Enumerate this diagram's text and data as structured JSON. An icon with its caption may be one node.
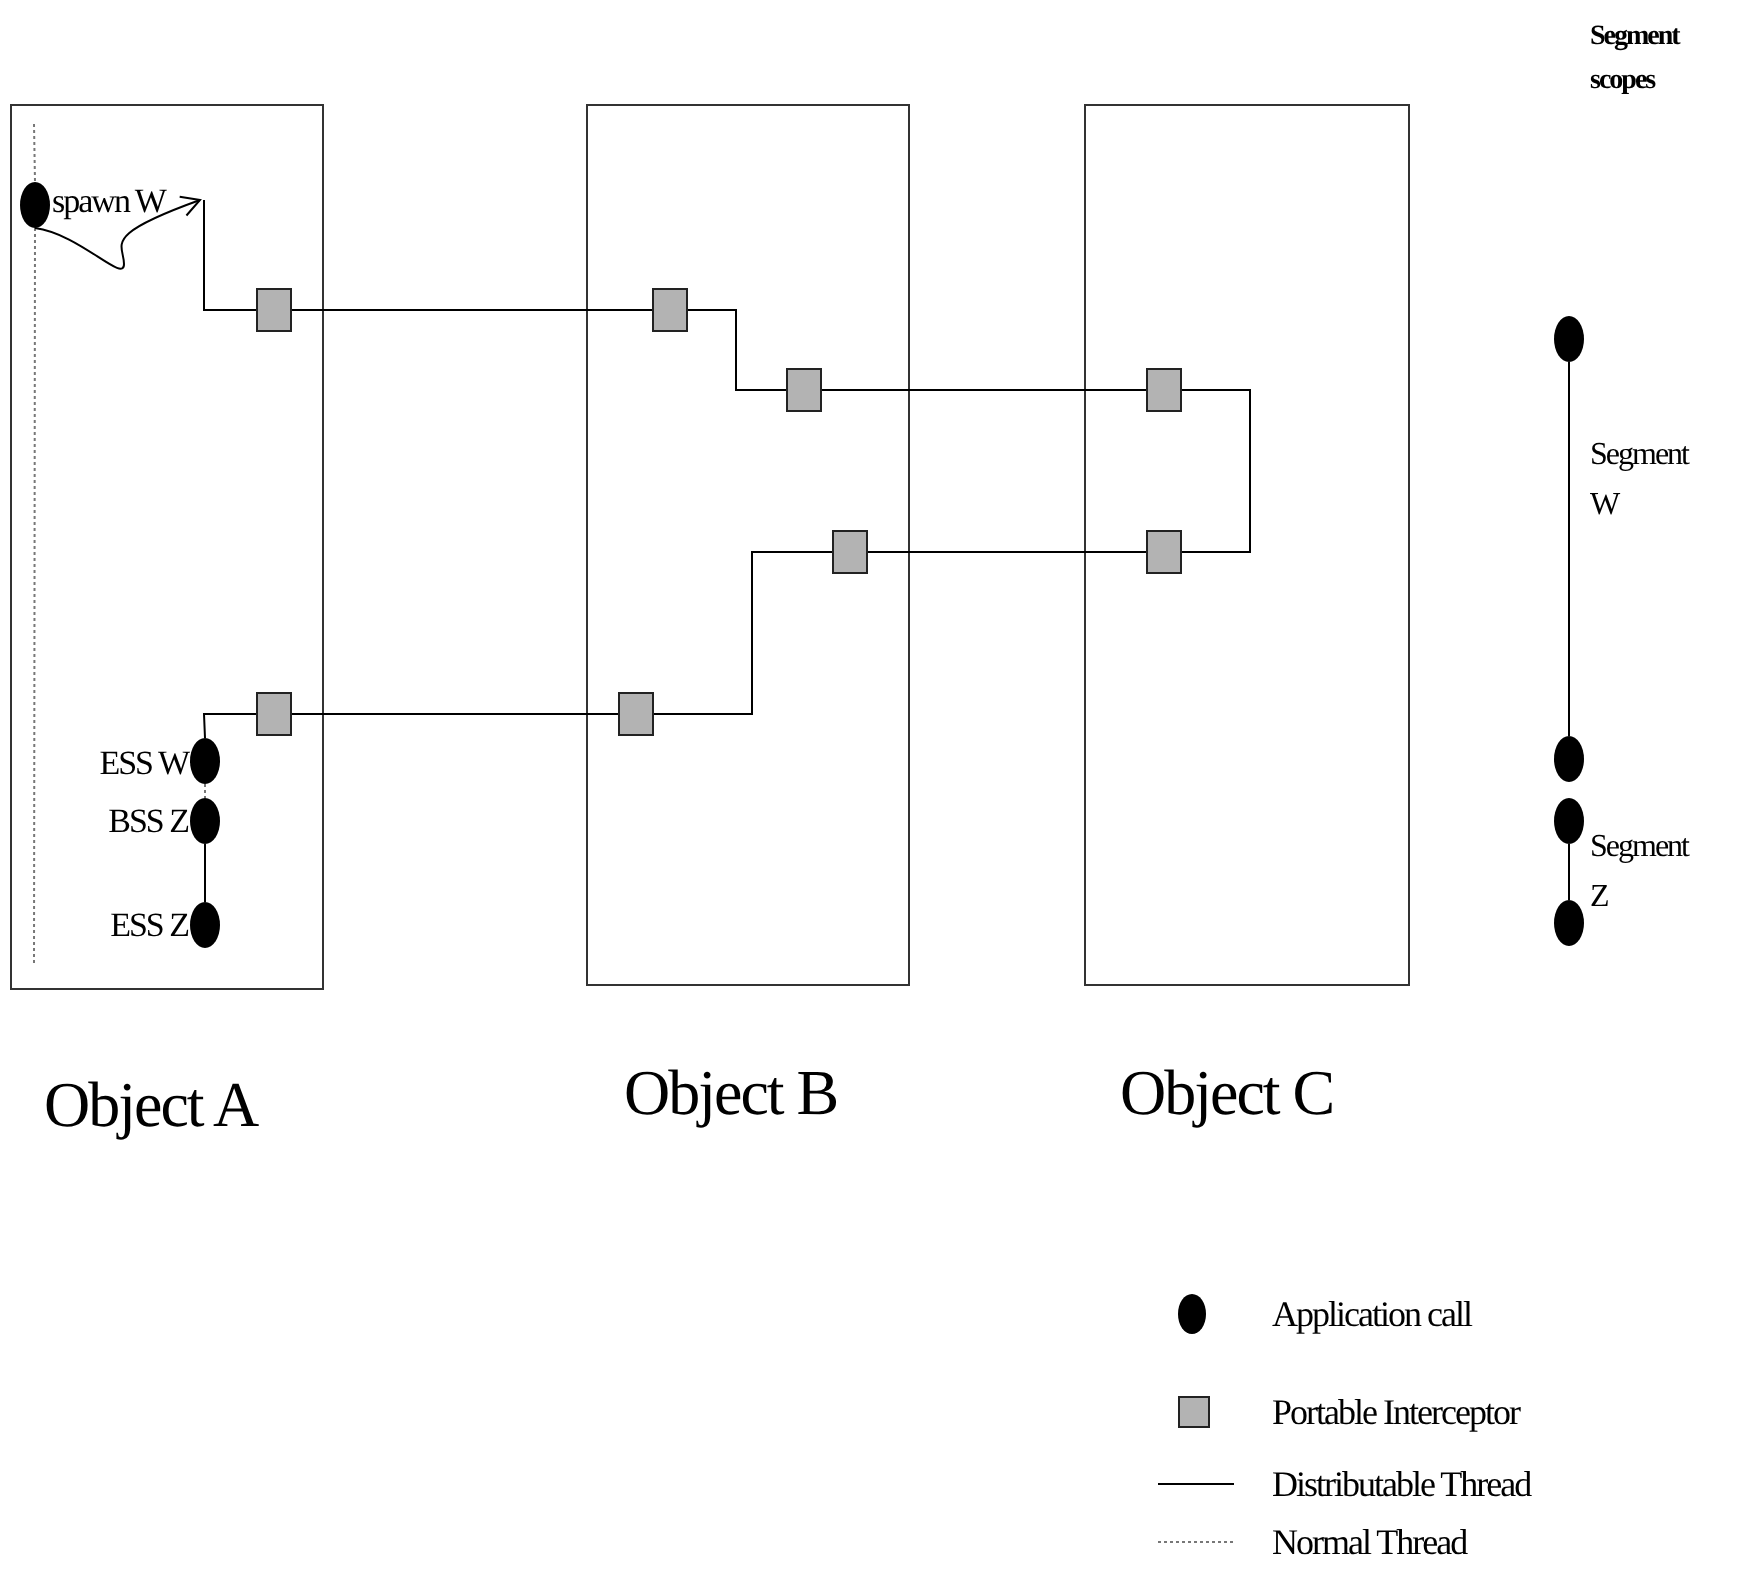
{
  "diagram": {
    "nodes": [
      {
        "text": [
          "Object A"
        ]
      },
      {
        "text": [
          "Object B"
        ]
      },
      {
        "text": [
          "Object C"
        ]
      },
      {
        "text": [
          "spawn W"
        ],
        "in": 0
      },
      {
        "text": [
          "ESS W"
        ],
        "in": 0
      },
      {
        "text": [
          "BSS Z"
        ],
        "in": 0
      },
      {
        "text": [
          "ESS Z"
        ],
        "in": 0
      },
      {
        "text": [],
        "shape": "box",
        "in": 0
      },
      {
        "text": [],
        "shape": "box",
        "in": 1
      },
      {
        "text": [],
        "shape": "box",
        "in": 1
      },
      {
        "text": [],
        "shape": "box",
        "in": 2
      },
      {
        "text": [],
        "shape": "box",
        "in": 2
      },
      {
        "text": [],
        "shape": "box",
        "in": 1
      },
      {
        "text": [],
        "shape": "box",
        "in": 1
      },
      {
        "text": [],
        "shape": "box",
        "in": 0
      },
      {
        "text": [],
        "shape": "circle"
      },
      {
        "text": [],
        "shape": "circle"
      },
      {
        "text": [],
        "shape": "circle"
      },
      {
        "text": [],
        "shape": "circle"
      }
    ],
    "edges": [
      {
        "from": null,
        "to": 3,
        "arrow": "none",
        "style": "dashed",
        "color": "#777777"
      },
      {
        "from": 3,
        "to": null,
        "arrow": "none",
        "style": "dashed",
        "color": "#777777"
      },
      {
        "from": 3,
        "to": null,
        "arrow": "to"
      },
      {
        "from": null,
        "to": 7,
        "arrow": "none"
      },
      {
        "from": 7,
        "to": 8,
        "arrow": "none"
      },
      {
        "from": 8,
        "to": 9,
        "arrow": "none"
      },
      {
        "from": 9,
        "to": 10,
        "arrow": "none"
      },
      {
        "from": 10,
        "to": 11,
        "arrow": "none"
      },
      {
        "from": 11,
        "to": 12,
        "arrow": "none"
      },
      {
        "from": 12,
        "to": 13,
        "arrow": "none"
      },
      {
        "from": 13,
        "to": 14,
        "arrow": "none"
      },
      {
        "from": 14,
        "to": 4,
        "arrow": "none"
      },
      {
        "from": 4,
        "to": 5,
        "arrow": "none",
        "style": "dashed",
        "color": "#777777"
      },
      {
        "from": 5,
        "to": 6,
        "arrow": "none"
      },
      {
        "from": 15,
        "to": 16,
        "arrow": "none"
      },
      {
        "from": 17,
        "to": 18,
        "arrow": "none"
      }
    ],
    "labels": [
      "Segment scopes",
      "Segment W",
      "Segment Z"
    ],
    "legend": [
      {
        "text": "Application call",
        "color": "#000000"
      },
      {
        "text": "Portable Interceptor",
        "color": "#b3b3b3"
      },
      {
        "text": "Distributable Thread"
      },
      {
        "text": "Normal Thread"
      }
    ]
  }
}
